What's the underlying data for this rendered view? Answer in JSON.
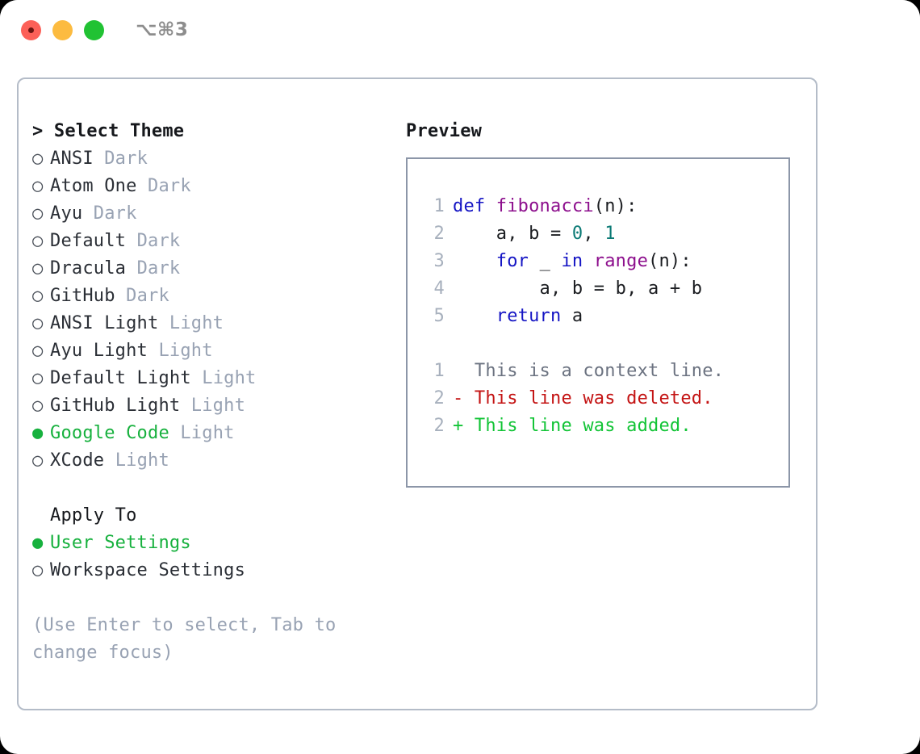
{
  "titlebar": {
    "shortcut": "⌥⌘3",
    "controls": [
      {
        "name": "close",
        "color": "#fc6058"
      },
      {
        "name": "minimize",
        "color": "#fcbb40"
      },
      {
        "name": "maximize",
        "color": "#21c233"
      }
    ]
  },
  "theme_list": {
    "header": "> Select Theme",
    "items": [
      {
        "marker": "○",
        "name": "ANSI",
        "kind": "Dark",
        "selected": false
      },
      {
        "marker": "○",
        "name": "Atom One",
        "kind": "Dark",
        "selected": false
      },
      {
        "marker": "○",
        "name": "Ayu",
        "kind": "Dark",
        "selected": false
      },
      {
        "marker": "○",
        "name": "Default",
        "kind": "Dark",
        "selected": false
      },
      {
        "marker": "○",
        "name": "Dracula",
        "kind": "Dark",
        "selected": false
      },
      {
        "marker": "○",
        "name": "GitHub",
        "kind": "Dark",
        "selected": false
      },
      {
        "marker": "○",
        "name": "ANSI Light",
        "kind": "Light",
        "selected": false
      },
      {
        "marker": "○",
        "name": "Ayu Light",
        "kind": "Light",
        "selected": false
      },
      {
        "marker": "○",
        "name": "Default Light",
        "kind": "Light",
        "selected": false
      },
      {
        "marker": "○",
        "name": "GitHub Light",
        "kind": "Light",
        "selected": false
      },
      {
        "marker": "●",
        "name": "Google Code",
        "kind": "Light",
        "selected": true
      },
      {
        "marker": "○",
        "name": "XCode",
        "kind": "Light",
        "selected": false
      }
    ]
  },
  "apply_to": {
    "header": "Apply To",
    "items": [
      {
        "marker": "●",
        "name": "User Settings",
        "selected": true
      },
      {
        "marker": "○",
        "name": "Workspace Settings",
        "selected": false
      }
    ]
  },
  "hint": "(Use Enter to select, Tab to change focus)",
  "preview": {
    "title": "Preview",
    "code_lines": [
      {
        "num": "1",
        "tokens": [
          {
            "t": "def ",
            "c": "kw"
          },
          {
            "t": "fibonacci",
            "c": "fn"
          },
          {
            "t": "(n):",
            "c": "plain"
          }
        ]
      },
      {
        "num": "2",
        "tokens": [
          {
            "t": "    a, b = ",
            "c": "plain"
          },
          {
            "t": "0",
            "c": "num"
          },
          {
            "t": ", ",
            "c": "plain"
          },
          {
            "t": "1",
            "c": "num"
          }
        ]
      },
      {
        "num": "3",
        "tokens": [
          {
            "t": "    for ",
            "c": "kw"
          },
          {
            "t": "_ ",
            "c": "plain"
          },
          {
            "t": "in ",
            "c": "kw"
          },
          {
            "t": "range",
            "c": "fn"
          },
          {
            "t": "(n):",
            "c": "plain"
          }
        ]
      },
      {
        "num": "4",
        "tokens": [
          {
            "t": "        a, b = b, a + b",
            "c": "plain"
          }
        ]
      },
      {
        "num": "5",
        "tokens": [
          {
            "t": "    return ",
            "c": "kw"
          },
          {
            "t": "a",
            "c": "plain"
          }
        ]
      }
    ],
    "diff_lines": [
      {
        "num": "1",
        "sign": "  ",
        "text": "This is a context line.",
        "kind": "ctx"
      },
      {
        "num": "2",
        "sign": "- ",
        "text": "This line was deleted.",
        "kind": "del"
      },
      {
        "num": "2",
        "sign": "+ ",
        "text": "This line was added.",
        "kind": "add"
      }
    ]
  },
  "colors": {
    "accent_green": "#17b13e",
    "muted": "#98a2b3",
    "keyword": "#1515c4",
    "function": "#8d0f8d",
    "number": "#0b7a75",
    "diff_add": "#12c436",
    "diff_del": "#c41414",
    "border": "#b4bcc8",
    "preview_border": "#8c96a8"
  }
}
